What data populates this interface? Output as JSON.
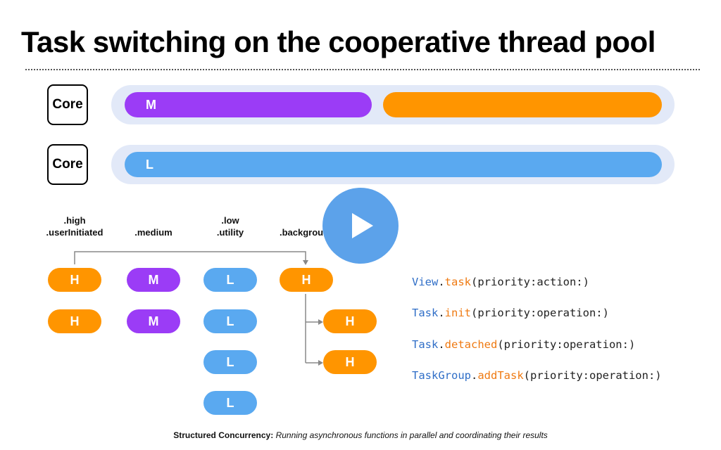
{
  "slide": {
    "title": "Task switching on the cooperative thread pool"
  },
  "cores": [
    {
      "label": "Core",
      "bars": [
        {
          "label": "M",
          "color": "#9b3cf6"
        },
        {
          "label": "",
          "color": "#ff9500"
        }
      ]
    },
    {
      "label": "Core",
      "bars": [
        {
          "label": "L",
          "color": "#5aa9f0"
        }
      ]
    }
  ],
  "priorities": [
    {
      "line1": ".high",
      "line2": ".userInitiated"
    },
    {
      "line1": "",
      "line2": ".medium"
    },
    {
      "line1": ".low",
      "line2": ".utility"
    },
    {
      "line1": "",
      "line2": ".backgrou"
    }
  ],
  "queues": {
    "high": [
      "H",
      "H"
    ],
    "medium": [
      "M",
      "M"
    ],
    "low": [
      "L",
      "L",
      "L",
      "L"
    ],
    "background": [
      "H"
    ],
    "children": [
      "H",
      "H"
    ]
  },
  "apis": [
    {
      "type": "View",
      "dot": ".",
      "method": "task",
      "args": "(priority:action:)"
    },
    {
      "type": "Task",
      "dot": ".",
      "method": "init",
      "args": "(priority:operation:)"
    },
    {
      "type": "Task",
      "dot": ".",
      "method": "detached",
      "args": "(priority:operation:)"
    },
    {
      "type": "TaskGroup",
      "dot": ".",
      "method": "addTask",
      "args": "(priority:operation:)"
    }
  ],
  "footer": {
    "lead": "Structured Concurrency:",
    "rest": "Running asynchronous functions in parallel and coordinating their results"
  },
  "colors": {
    "high": "#ff9500",
    "medium": "#9b3cf6",
    "low": "#5aa9f0",
    "api_type": "#2f6ec7",
    "api_method": "#ef7a12"
  },
  "player": {
    "icon": "play-icon"
  }
}
